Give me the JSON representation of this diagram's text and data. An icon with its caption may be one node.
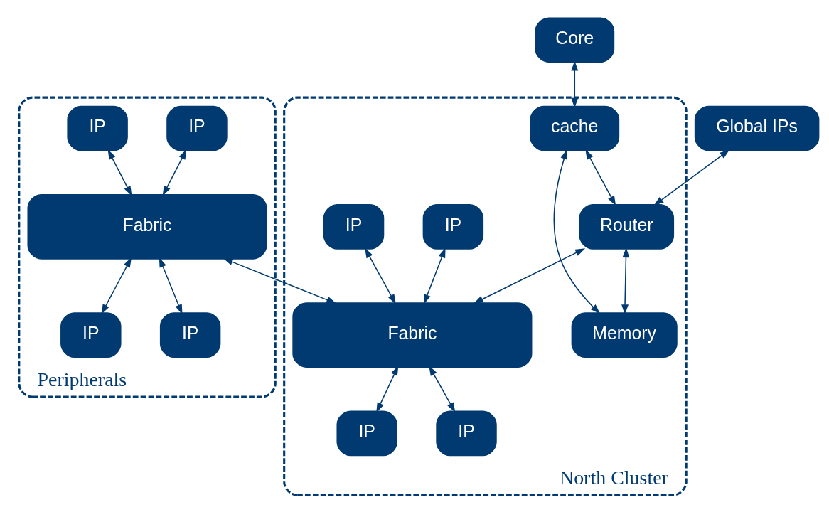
{
  "diagram": {
    "nodes": [
      {
        "text": [
          "North Cluster"
        ]
      },
      {
        "text": [
          "Core"
        ]
      },
      {
        "text": [
          "cache"
        ],
        "in": 0
      },
      {
        "text": [
          "Memory"
        ],
        "in": 0
      },
      {
        "text": [
          "Global IPs"
        ]
      },
      {
        "text": [
          "Router"
        ],
        "in": 0
      },
      {
        "text": [
          "IP"
        ],
        "in": 0
      },
      {
        "text": [
          "IP"
        ],
        "in": 0
      },
      {
        "text": [
          "Fabric"
        ],
        "in": 0
      },
      {
        "text": [
          "IP"
        ],
        "in": 0
      },
      {
        "text": [
          "IP"
        ],
        "in": 0
      },
      {
        "text": [
          "Peripherals"
        ]
      },
      {
        "text": [
          "IP"
        ],
        "in": 11
      },
      {
        "text": [
          "IP"
        ],
        "in": 11
      },
      {
        "text": [
          "Fabric"
        ],
        "in": 11
      },
      {
        "text": [
          "IP"
        ],
        "in": 11
      },
      {
        "text": [
          "IP"
        ],
        "in": 11
      }
    ],
    "edges": [
      {
        "from": 1,
        "to": 2,
        "arrow": "both"
      },
      {
        "from": 2,
        "to": 3,
        "arrow": "both"
      },
      {
        "from": 5,
        "to": 3,
        "arrow": "both"
      },
      {
        "from": 2,
        "to": 5,
        "arrow": "both"
      },
      {
        "from": 4,
        "to": 5,
        "arrow": "both"
      },
      {
        "from": 5,
        "to": 8,
        "arrow": "both"
      },
      {
        "from": 6,
        "to": 8,
        "arrow": "both"
      },
      {
        "from": 7,
        "to": 8,
        "arrow": "both"
      },
      {
        "from": 8,
        "to": 9,
        "arrow": "both"
      },
      {
        "from": 8,
        "to": 10,
        "arrow": "both"
      },
      {
        "from": 14,
        "to": 8,
        "arrow": "both"
      },
      {
        "from": 12,
        "to": 14,
        "arrow": "both"
      },
      {
        "from": 13,
        "to": 14,
        "arrow": "both"
      },
      {
        "from": 14,
        "to": 15,
        "arrow": "both"
      },
      {
        "from": 14,
        "to": 16,
        "arrow": "both"
      }
    ]
  }
}
